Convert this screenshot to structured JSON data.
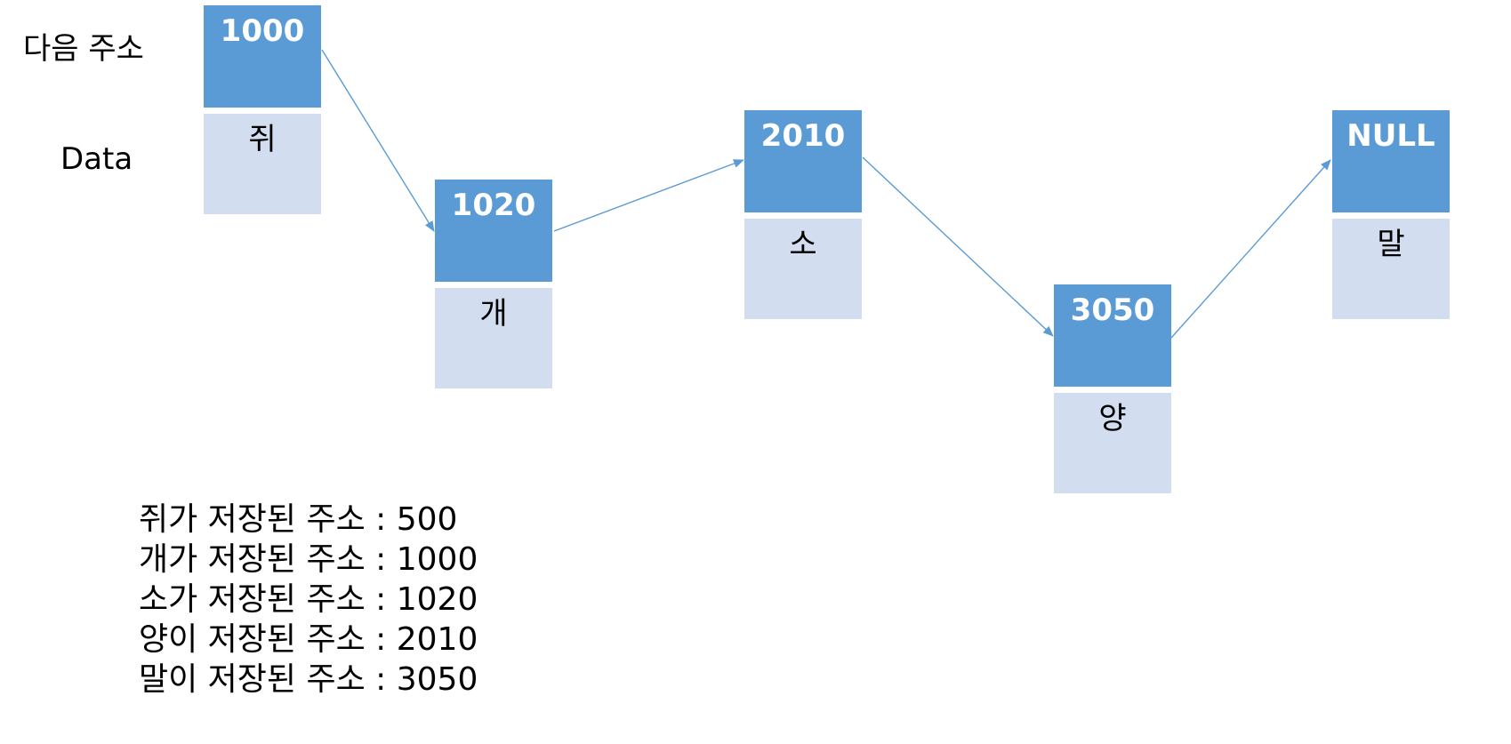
{
  "labels": {
    "next_address": "다음 주소",
    "data": "Data"
  },
  "nodes": [
    {
      "address": "1000",
      "data": "쥐"
    },
    {
      "address": "1020",
      "data": "개"
    },
    {
      "address": "2010",
      "data": "소"
    },
    {
      "address": "3050",
      "data": "양"
    },
    {
      "address": "NULL",
      "data": "말"
    }
  ],
  "notes": [
    "쥐가 저장된 주소 : 500",
    "개가 저장된 주소 : 1000",
    "소가 저장된 주소 : 1020",
    "양이 저장된 주소 : 2010",
    "말이 저장된 주소 : 3050"
  ],
  "colors": {
    "address_fill": "#5b9bd5",
    "data_fill": "#d2ddef",
    "arrow": "#5b9bd5"
  }
}
